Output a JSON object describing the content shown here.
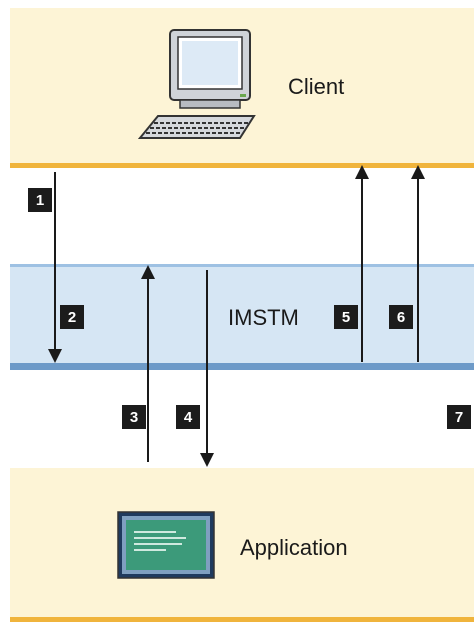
{
  "boxes": {
    "client": "Client",
    "ims": "IMSTM",
    "application": "Application"
  },
  "steps": [
    "1",
    "2",
    "3",
    "4",
    "5",
    "6",
    "7"
  ],
  "colors": {
    "client_fill": "#fdf4d6",
    "client_border": "#f0b43c",
    "ims_fill": "#d6e6f4",
    "ims_border": "#6d9ac8",
    "badge": "#1c1c1c",
    "arrow": "#1a1a1a"
  },
  "icons": [
    "computer-icon",
    "application-window-icon"
  ]
}
